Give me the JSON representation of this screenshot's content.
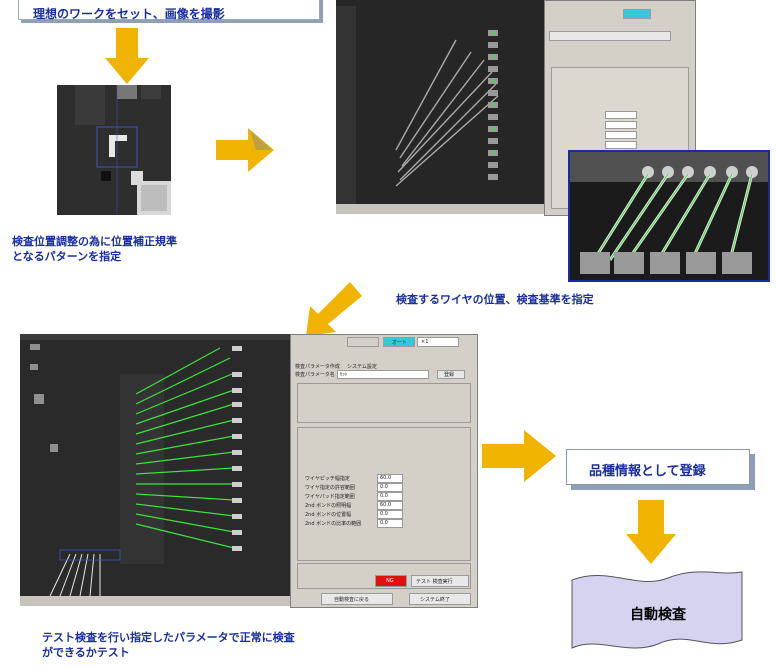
{
  "steps": {
    "step1_title": "理想のワークをセット、画像を撮影",
    "step2_caption_line1": "検査位置調整の為に位置補正規準",
    "step2_caption_line2": "となるパターンを指定",
    "step3_caption": "検査するワイヤの位置、検査基準を指定",
    "step4_caption_line1": "テスト検査を行い指定したパラメータで正常に検査",
    "step4_caption_line2": "ができるかテスト",
    "register_label": "品種情報として登録",
    "auto_label": "自動検査"
  },
  "software_window": {
    "param_label": "検査パラメータ作成",
    "tab_system": "システム設定",
    "filename_label": "検査パラメータ名",
    "filename_value": "ｾｯﾄ",
    "save_button": "登録",
    "auto_button": "オート",
    "zoom_value": "×1",
    "test_button": "テスト 検査実行",
    "ng_label": "NG",
    "return_button": "自動検査に戻る",
    "exit_button": "システム終了",
    "field_labels": [
      "ワイヤピッチ幅指定",
      "ワイヤ指定の許容範囲",
      "ワイヤパッド指定範囲",
      "2nd ボンドの照明幅",
      "2nd ボンドの位置幅",
      "2nd ボンドの比率の範囲"
    ],
    "field_values": [
      "60.0",
      "0.0",
      "0.0",
      "60.0",
      "0.0",
      "0.0"
    ]
  },
  "colors": {
    "arrow": "#f0b400",
    "text_blue": "#1a2ea0",
    "wire_green": "#3de03d",
    "ng_red": "#e01010"
  }
}
